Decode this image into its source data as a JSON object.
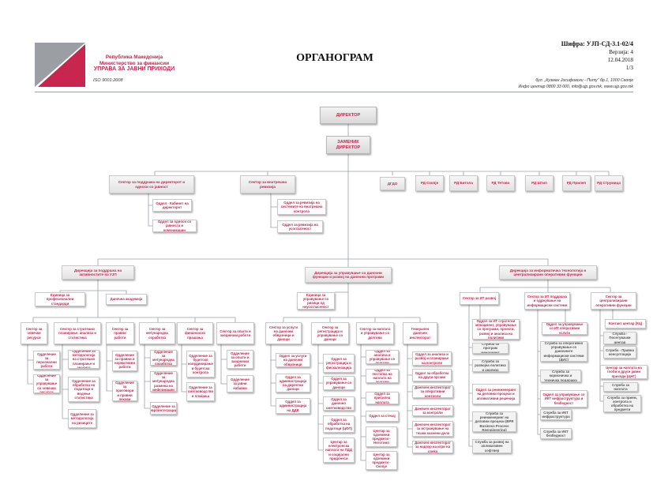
{
  "header": {
    "org_line1": "Република Македонија",
    "org_line2": "Министерство за финансии",
    "org_line3": "УПРАВА ЗА ЈАВНИ ПРИХОДИ",
    "iso": "ISO 9001:2008",
    "title": "ОРГАНОГРАМ",
    "code": "Шифра: УЈП-СД-3.1-02/4",
    "version": "Верзија: 4",
    "date": "12.04.2018",
    "page": "1/3",
    "address": "бул. „Кузман Јосифовски - Питу\" бр.1, 1000 Скопје",
    "contact": "Инфо центар 0800 33 000, info@ujp.gov.mk, www.ujp.gov.mk"
  },
  "colors": {
    "accent": "#c8254f",
    "gray_text": "#555555",
    "line": "#9aa0a6"
  },
  "nodes": {
    "director": "ДИРЕКТОР",
    "deputy": "ЗАМЕНИК ДИРЕКТОР",
    "sec_support": "Сектор за поддршка на директорот и односи со јавност",
    "sec_audit": "Сектор за внатрешна ревизија",
    "dgdo": "ДГДО",
    "rd_skopje": "РД Скопје",
    "rd_bitola": "РД Битола",
    "rd_tetovo": "РД Тетово",
    "rd_stip": "РД Штип",
    "rd_prilep": "РД Прилеп",
    "rd_strumica": "РД Струмица",
    "support_d1": "Оддел - Кабинет на директорот",
    "support_d2": "Оддел за односи со јавноста и комуникации",
    "audit_d1": "Оддел за ревизија на системите на внатрешна контрола",
    "audit_d2": "Оддел за ревизија на усогласеност",
    "dir_a": "Дирекција за поддршка на активностите на УЈП",
    "dir_b": "Дирекција за управување со даночни функции и развој на даночни програми",
    "dir_c": "Дирекција за информатичка технологија и централизирани оперативни функции",
    "a_unit1": "Единица за професионални стандарди",
    "a_unit2": "Даночна академија",
    "a_s1": "Сектор за човечки ресурси",
    "a_s2": "Сектор за стратешко планирање, анализа и статистика",
    "a_s3": "Сектор за правни работи",
    "a_s4": "Сектор за меѓународна соработка",
    "a_s5": "Сектор за финансиско прашања",
    "a_s6": "Сектор за општи и заеднички работи",
    "a_s1_d1": "Одделение за персонални работи",
    "a_s1_d2": "Одделение за управување со човечки ресурси",
    "a_s2_d1": "Одделение за методологија на стратешко планирање и анализа",
    "a_s2_d2": "Одделение за обработка на податоци и водење статистика",
    "a_s2_d3": "Одделение за методологија на ризиците",
    "a_s3_d1": "Одделение за правни и нормативни работи",
    "a_s3_d2": "Одделение за приговори и правни лекови",
    "a_s4_d1": "Одделение за меѓународна соработка",
    "a_s4_d2": "Одделение за меѓународна размена на информации",
    "a_s4_d3": "Одделение за евроинтеграции",
    "a_s5_d1": "Одделение за буџетско координирање и буџетска контрола",
    "a_s5_d2": "Одделение за сметководство и плаќања",
    "a_s6_d1": "Одделение за општи и заеднички работи",
    "a_s6_d2": "Одделение за јавни набавки",
    "b_unit": "Единица за управување со ризици од неусогласеност",
    "b_s1": "Сектор за услуги на даночни обврзници и даноци",
    "b_s2": "Сектор за регистрација и управување со даноци",
    "b_s3": "Сектор за наплата и управување со долгови",
    "b_s4": "Генерален даночен инспекторат",
    "b_s1_d1": "Оддел за услуги на даночни обврзници",
    "b_s1_d2": "Оддел за администрација на директни даноци",
    "b_s1_d3": "Оддел за администрација на ДДВ",
    "b_s2_d1": "Оддел за регистрација и фискализација",
    "b_s2_d2": "Оддел за управување со даноци",
    "b_s2_d3": "Оддел за даночно сметководство",
    "b_s2_d4": "Оддел за обработка на податоци (ЦОП)",
    "b_s2_d5": "Центар за електронска наплата на ПДД и социјални придонеси",
    "b_s3_d1": "Оддел за анализа и управување со долгови",
    "b_s3_d2": "Оддел за постапка на наплата на долгови",
    "b_s3_d3": "Оддел за присилна наплата",
    "b_s3_d4": "Оддел за стечај",
    "b_s3_d5": "Центар за одземени предмети - Неготино",
    "b_s3_d6": "Центар за одземени предмети - Скопје",
    "b_s4_d1": "Оддел за анализа и развој и планирање на контроли",
    "b_s4_d2": "Оддел за обработка на други органи",
    "b_s4_d3": "Даночен инспекторат за оперативни контроли",
    "b_s4_d4": "Даночен инспекторат за контроли",
    "b_s4_d5": "Даночен инспекторат за истражување на тешки казнени дела",
    "b_s4_d6": "Даночен инспекторат за надзор на игри на среќа",
    "c_s1": "Сектор за ИТ развој",
    "c_s2": "Сектор за ИТ поддршка и одржување на информациски системи",
    "c_s3": "Сектор за централизирани оперативни функции",
    "c_s1_d1": "Оддел за ИТ стратегии менаџмент, управување со програми, проекти, развој и анализа на политики",
    "c_s1_d2": "Служба за програм менаџмент",
    "c_s1_d3": "Служба за развојна политика и анализа",
    "c_s1_d4": "Оддел за реинженеринг на деловни процеси и апликативни решенија",
    "c_s1_d5": "Служба за реинженеринг на деловни процеси (BPR Business Process Reengineering)",
    "c_s1_d6": "Служба за развој на апликативен софтвер",
    "c_s2_d1": "Оддел за управување со ИТ оперативни услуги",
    "c_s2_d2": "Служба за оперативно управување со даночните информациски системи (ДИС)",
    "c_s2_d3": "Служба за корисничка и техничка поддршка",
    "c_s2_d4": "Оддел за управување со ИКТ инфраструктура и безбедност",
    "c_s2_d5": "Служба за ИКТ инфраструктура",
    "c_s2_d6": "Служба за ИКТ безбедност",
    "c_s3_d1": "Контакт центар (КЦ)",
    "c_s3_d2": "Служба - Посетувачки центар",
    "c_s3_d3": "Служба - Правна консултација",
    "c_s3_d4": "Центар за наплата на глоби и други јавни приходи (ЦНГ)",
    "c_s3_d5": "Служба за наплата",
    "c_s3_d6": "Служба за прием, контрола и обработка на предмети"
  }
}
